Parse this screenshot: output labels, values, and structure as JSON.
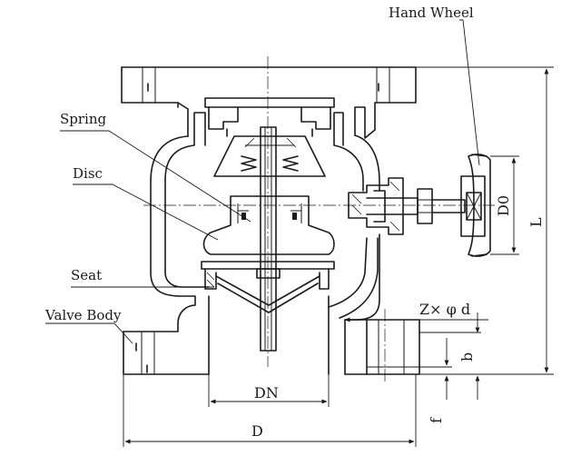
{
  "labels": {
    "hand_wheel": "Hand Wheel",
    "spring": "Spring",
    "disc": "Disc",
    "seat": "Seat",
    "valve_body": "Valve Body"
  },
  "dimensions": {
    "dn": "DN",
    "d": "D",
    "l": "L",
    "d0": "D0",
    "b": "b",
    "f": "f",
    "holes": "Z× φ d"
  }
}
